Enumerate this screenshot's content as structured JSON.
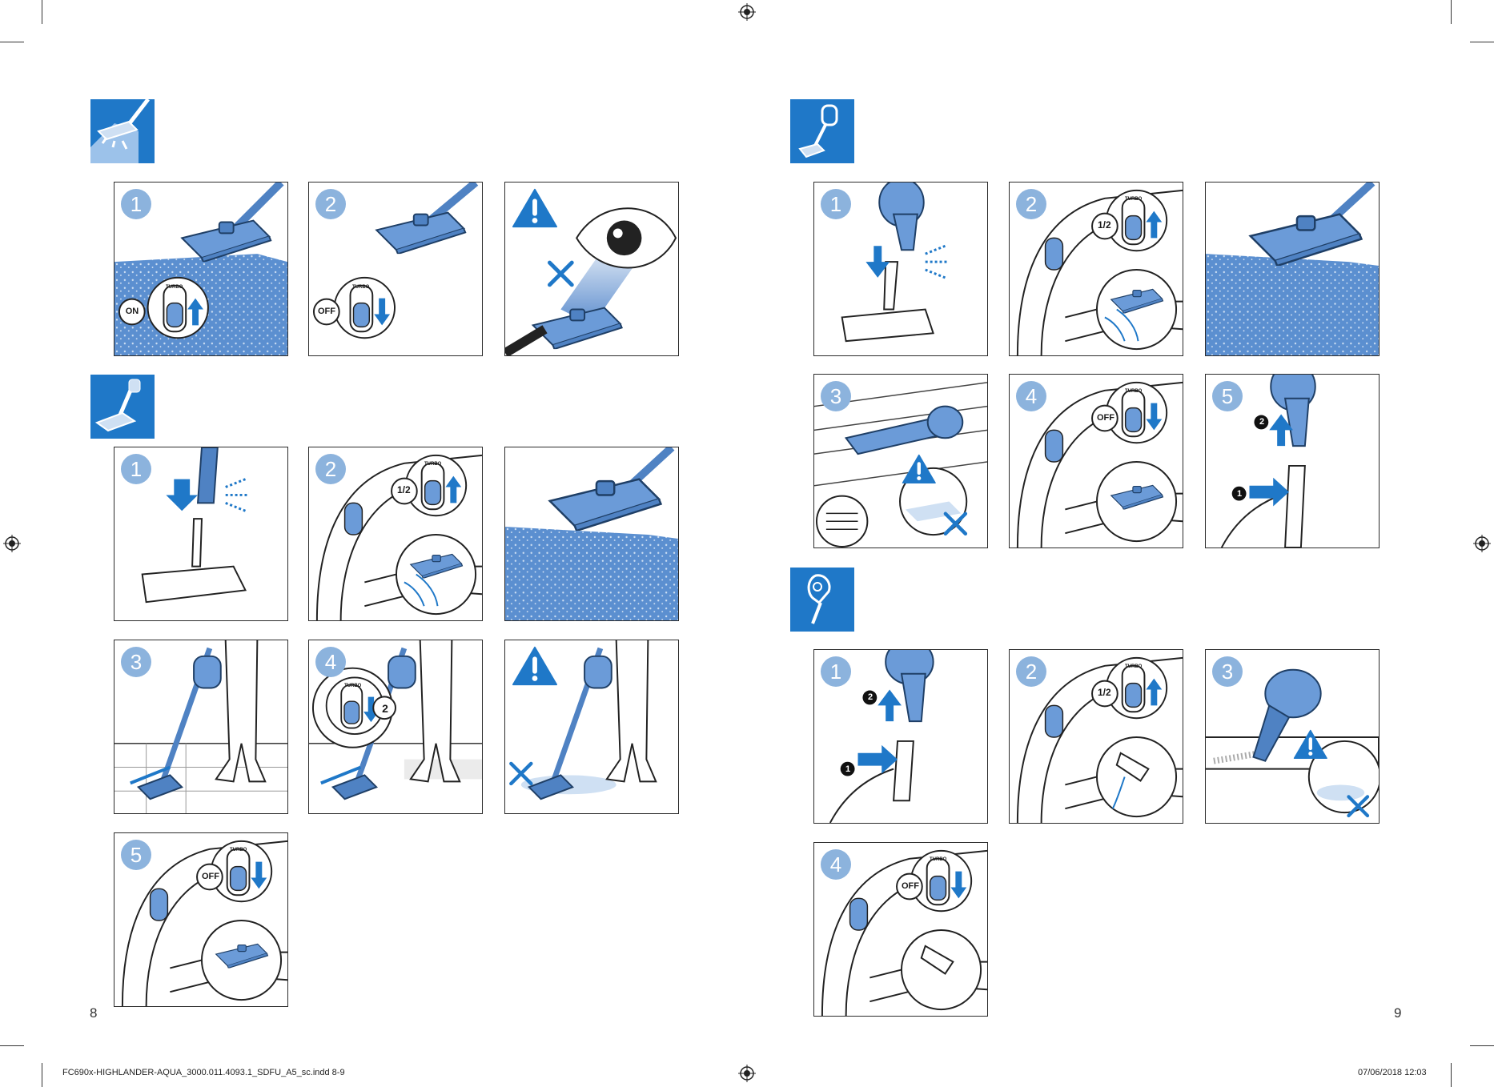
{
  "colors": {
    "brand_blue": "#1f78c8",
    "light_blue": "#8cb3dd",
    "mid_blue": "#5b8fd0",
    "outline": "#2b2b2b"
  },
  "left_page": {
    "page_number": "8",
    "section_floor": {
      "icon": "floor-nozzle-spray-icon",
      "panels": [
        {
          "label": "1",
          "badge": "ON",
          "switch_label": "TURBO"
        },
        {
          "label": "2",
          "badge": "OFF",
          "switch_label": "TURBO"
        },
        {
          "label": "",
          "icon": "warning-icon"
        }
      ]
    },
    "section_fill": {
      "icon": "stick-vacuum-icon",
      "panels": [
        {
          "label": "1"
        },
        {
          "label": "2",
          "fraction": "1/2",
          "switch_label": "TURBO"
        },
        {
          "label": ""
        },
        {
          "label": "3"
        },
        {
          "label": "4",
          "marker": "2",
          "switch_label": "TURBO"
        },
        {
          "label": "",
          "icon": "warning-icon"
        },
        {
          "label": "5",
          "badge": "OFF",
          "switch_label": "TURBO"
        }
      ]
    }
  },
  "right_page": {
    "page_number": "9",
    "section_handheld": {
      "icon": "handheld-with-nozzle-icon",
      "panels": [
        {
          "label": "1"
        },
        {
          "label": "2",
          "fraction": "1/2",
          "switch_label": "TURBO"
        },
        {
          "label": ""
        },
        {
          "label": "3",
          "icon": "warning-icon"
        },
        {
          "label": "4",
          "badge": "OFF",
          "switch_label": "TURBO"
        },
        {
          "label": "5",
          "markers": [
            "1",
            "2"
          ]
        }
      ]
    },
    "section_crevice": {
      "icon": "handheld-crevice-icon",
      "panels": [
        {
          "label": "1",
          "markers": [
            "1",
            "2"
          ]
        },
        {
          "label": "2",
          "fraction": "1/2",
          "switch_label": "TURBO"
        },
        {
          "label": "3",
          "icon": "warning-icon"
        },
        {
          "label": "4",
          "badge": "OFF",
          "switch_label": "TURBO"
        }
      ]
    }
  },
  "footer": {
    "file_name": "FC690x-HIGHLANDER-AQUA_3000.011.4093.1_SDFU_A5_sc.indd   8-9",
    "date_time": "07/06/2018   12:03"
  }
}
